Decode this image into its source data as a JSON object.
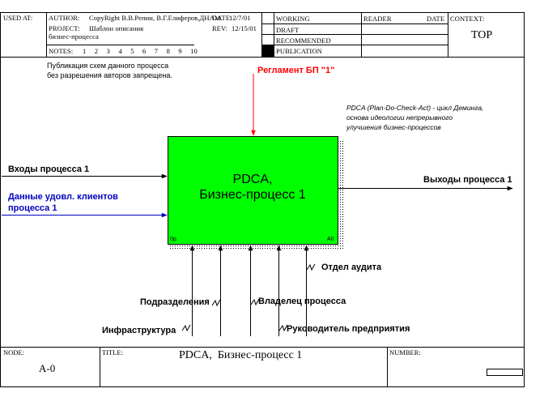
{
  "header": {
    "used_at": "USED AT:",
    "author_label": "AUTHOR:",
    "author_value": "CopyRight В.В.Репин, В.Г.Елиферов,ДНАМ",
    "date_label": "DATE:",
    "date_value": "12/7/01",
    "project_label": "PROJECT:",
    "project_value_line1": "Шаблон описания",
    "project_value_line2": "бизнес-процесса",
    "rev_label": "REV:",
    "rev_value": "12/15/01",
    "notes_label": "NOTES:",
    "notes_numbers": "1  2  3  4  5  6  7  8  9  10",
    "status": [
      "WORKING",
      "DRAFT",
      "RECOMMENDED",
      "PUBLICATION"
    ],
    "reader_label": "READER",
    "date2_label": "DATE",
    "context_label": "CONTEXT:",
    "context_value": "TOP"
  },
  "diagram": {
    "copyright_note_line1": "Публикация схем данного процесса",
    "copyright_note_line2": "без разрешения авторов запрещена.",
    "pdca_note_line1": "PDCA (Plan-Do-Check-Act) - цикл Деминга,",
    "pdca_note_line2": "основа идеологии непрерывного",
    "pdca_note_line3": "улучшения бизнес-процессов",
    "process": {
      "title_line1": "PDCA,",
      "title_line2": "Бизнес-процесс 1",
      "corner_left": "0р.",
      "corner_right": "А0",
      "fill": "#00ff00"
    },
    "control_label": "Регламент БП \"1\"",
    "control_color": "#ff0000",
    "input1_label": "Входы процесса 1",
    "input2_label_line1": "Данные удовл. клиентов",
    "input2_label_line2": "процесса 1",
    "input2_color": "#0000c0",
    "output_label": "Выходы процесса 1",
    "mechanisms": [
      "Инфраструктура",
      "Подразделения",
      "Владелец процесса",
      "Руководитель предприятия",
      "Отдел аудита"
    ]
  },
  "footer": {
    "node_label": "NODE:",
    "node_value": "A-0",
    "title_label": "TITLE:",
    "title_value": "PDCA,  Бизнес-процесс 1",
    "number_label": "NUMBER:"
  }
}
